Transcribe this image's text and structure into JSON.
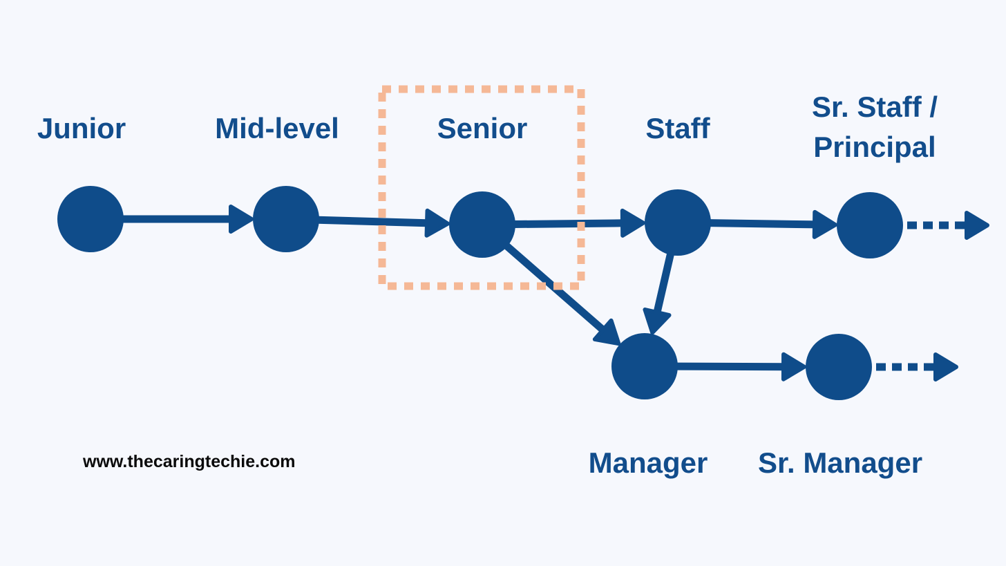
{
  "diagram": {
    "nodes": [
      {
        "id": "junior",
        "label": "Junior"
      },
      {
        "id": "mid",
        "label": "Mid-level"
      },
      {
        "id": "senior",
        "label": "Senior"
      },
      {
        "id": "staff",
        "label": "Staff"
      },
      {
        "id": "principal",
        "label": "Sr. Staff / Principal"
      },
      {
        "id": "manager",
        "label": "Manager"
      },
      {
        "id": "srmanager",
        "label": "Sr. Manager"
      }
    ],
    "edges": [
      {
        "from": "junior",
        "to": "mid"
      },
      {
        "from": "mid",
        "to": "senior"
      },
      {
        "from": "senior",
        "to": "staff"
      },
      {
        "from": "staff",
        "to": "principal"
      },
      {
        "from": "senior",
        "to": "manager"
      },
      {
        "from": "staff",
        "to": "manager"
      },
      {
        "from": "manager",
        "to": "srmanager"
      }
    ],
    "continuations": [
      "principal",
      "srmanager"
    ],
    "highlighted_node": "senior",
    "colors": {
      "node": "#0f4c8a",
      "highlight_box": "#f5b896",
      "label": "#124d8c",
      "background": "#f6f8fd"
    }
  },
  "footer": {
    "website": "www.thecaringtechie.com"
  }
}
